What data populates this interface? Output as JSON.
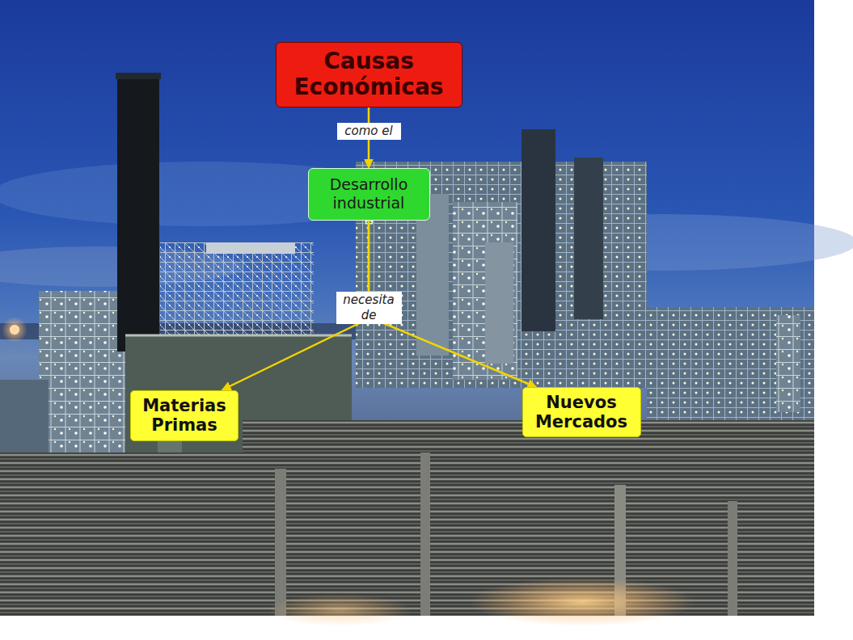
{
  "diagram": {
    "nodes": [
      {
        "text": [
          "Causas Económicas"
        ]
      },
      {
        "text": [
          "Desarrollo industrial"
        ]
      },
      {
        "text": [
          "Materias Primas"
        ]
      },
      {
        "text": [
          "Nuevos Mercados"
        ]
      }
    ],
    "edges": [
      {
        "from": 0,
        "to": 1,
        "arrow": "to",
        "label": "como el"
      },
      {
        "from": 1,
        "to": 2,
        "arrow": "to",
        "label": "necesita de"
      },
      {
        "from": 1,
        "to": 3,
        "arrow": "to"
      }
    ]
  }
}
